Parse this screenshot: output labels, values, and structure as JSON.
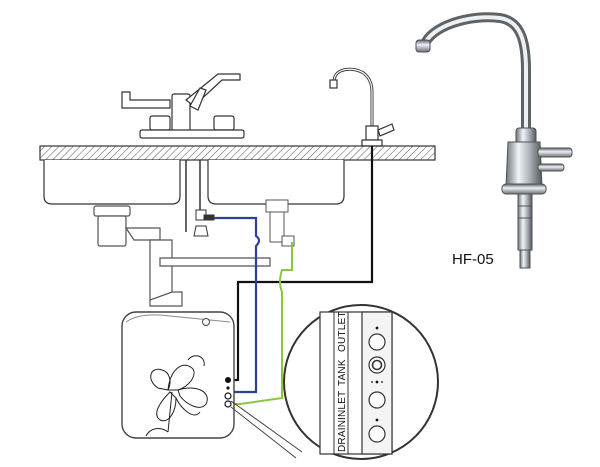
{
  "faucet_model": "HF-05",
  "ports": {
    "outlet": "OUTLET",
    "tank": "TANK",
    "inlet": "INLET",
    "drain": "DRAIN"
  },
  "lines": {
    "outlet_color": "#111111",
    "inlet_color": "#2b3f9b",
    "drain_color": "#8cc63f"
  },
  "icons": {
    "unit_decoration": "flower-icon",
    "faucet_photo": "faucet-icon"
  }
}
